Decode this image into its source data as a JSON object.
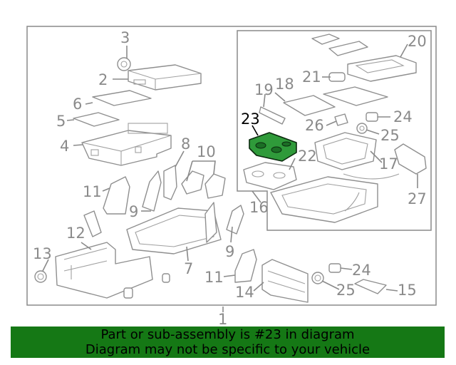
{
  "diagram": {
    "callouts": {
      "c1": "1",
      "c2": "2",
      "c3": "3",
      "c4": "4",
      "c5": "5",
      "c6": "6",
      "c7": "7",
      "c8": "8",
      "c9a": "9",
      "c9b": "9",
      "c10": "10",
      "c11a": "11",
      "c11b": "11",
      "c12": "12",
      "c13": "13",
      "c14": "14",
      "c15": "15",
      "c16": "16",
      "c17": "17",
      "c18": "18",
      "c19": "19",
      "c20": "20",
      "c21": "21",
      "c22": "22",
      "c23": "23",
      "c24a": "24",
      "c24b": "24",
      "c25a": "25",
      "c25b": "25",
      "c26": "26",
      "c27": "27"
    },
    "highlighted_part": "23",
    "highlight_color": "#2f9a3a"
  },
  "banner": {
    "line1": "Part or sub-assembly is #23 in diagram",
    "line2": "Diagram may not be specific to your vehicle",
    "background": "#157815"
  }
}
